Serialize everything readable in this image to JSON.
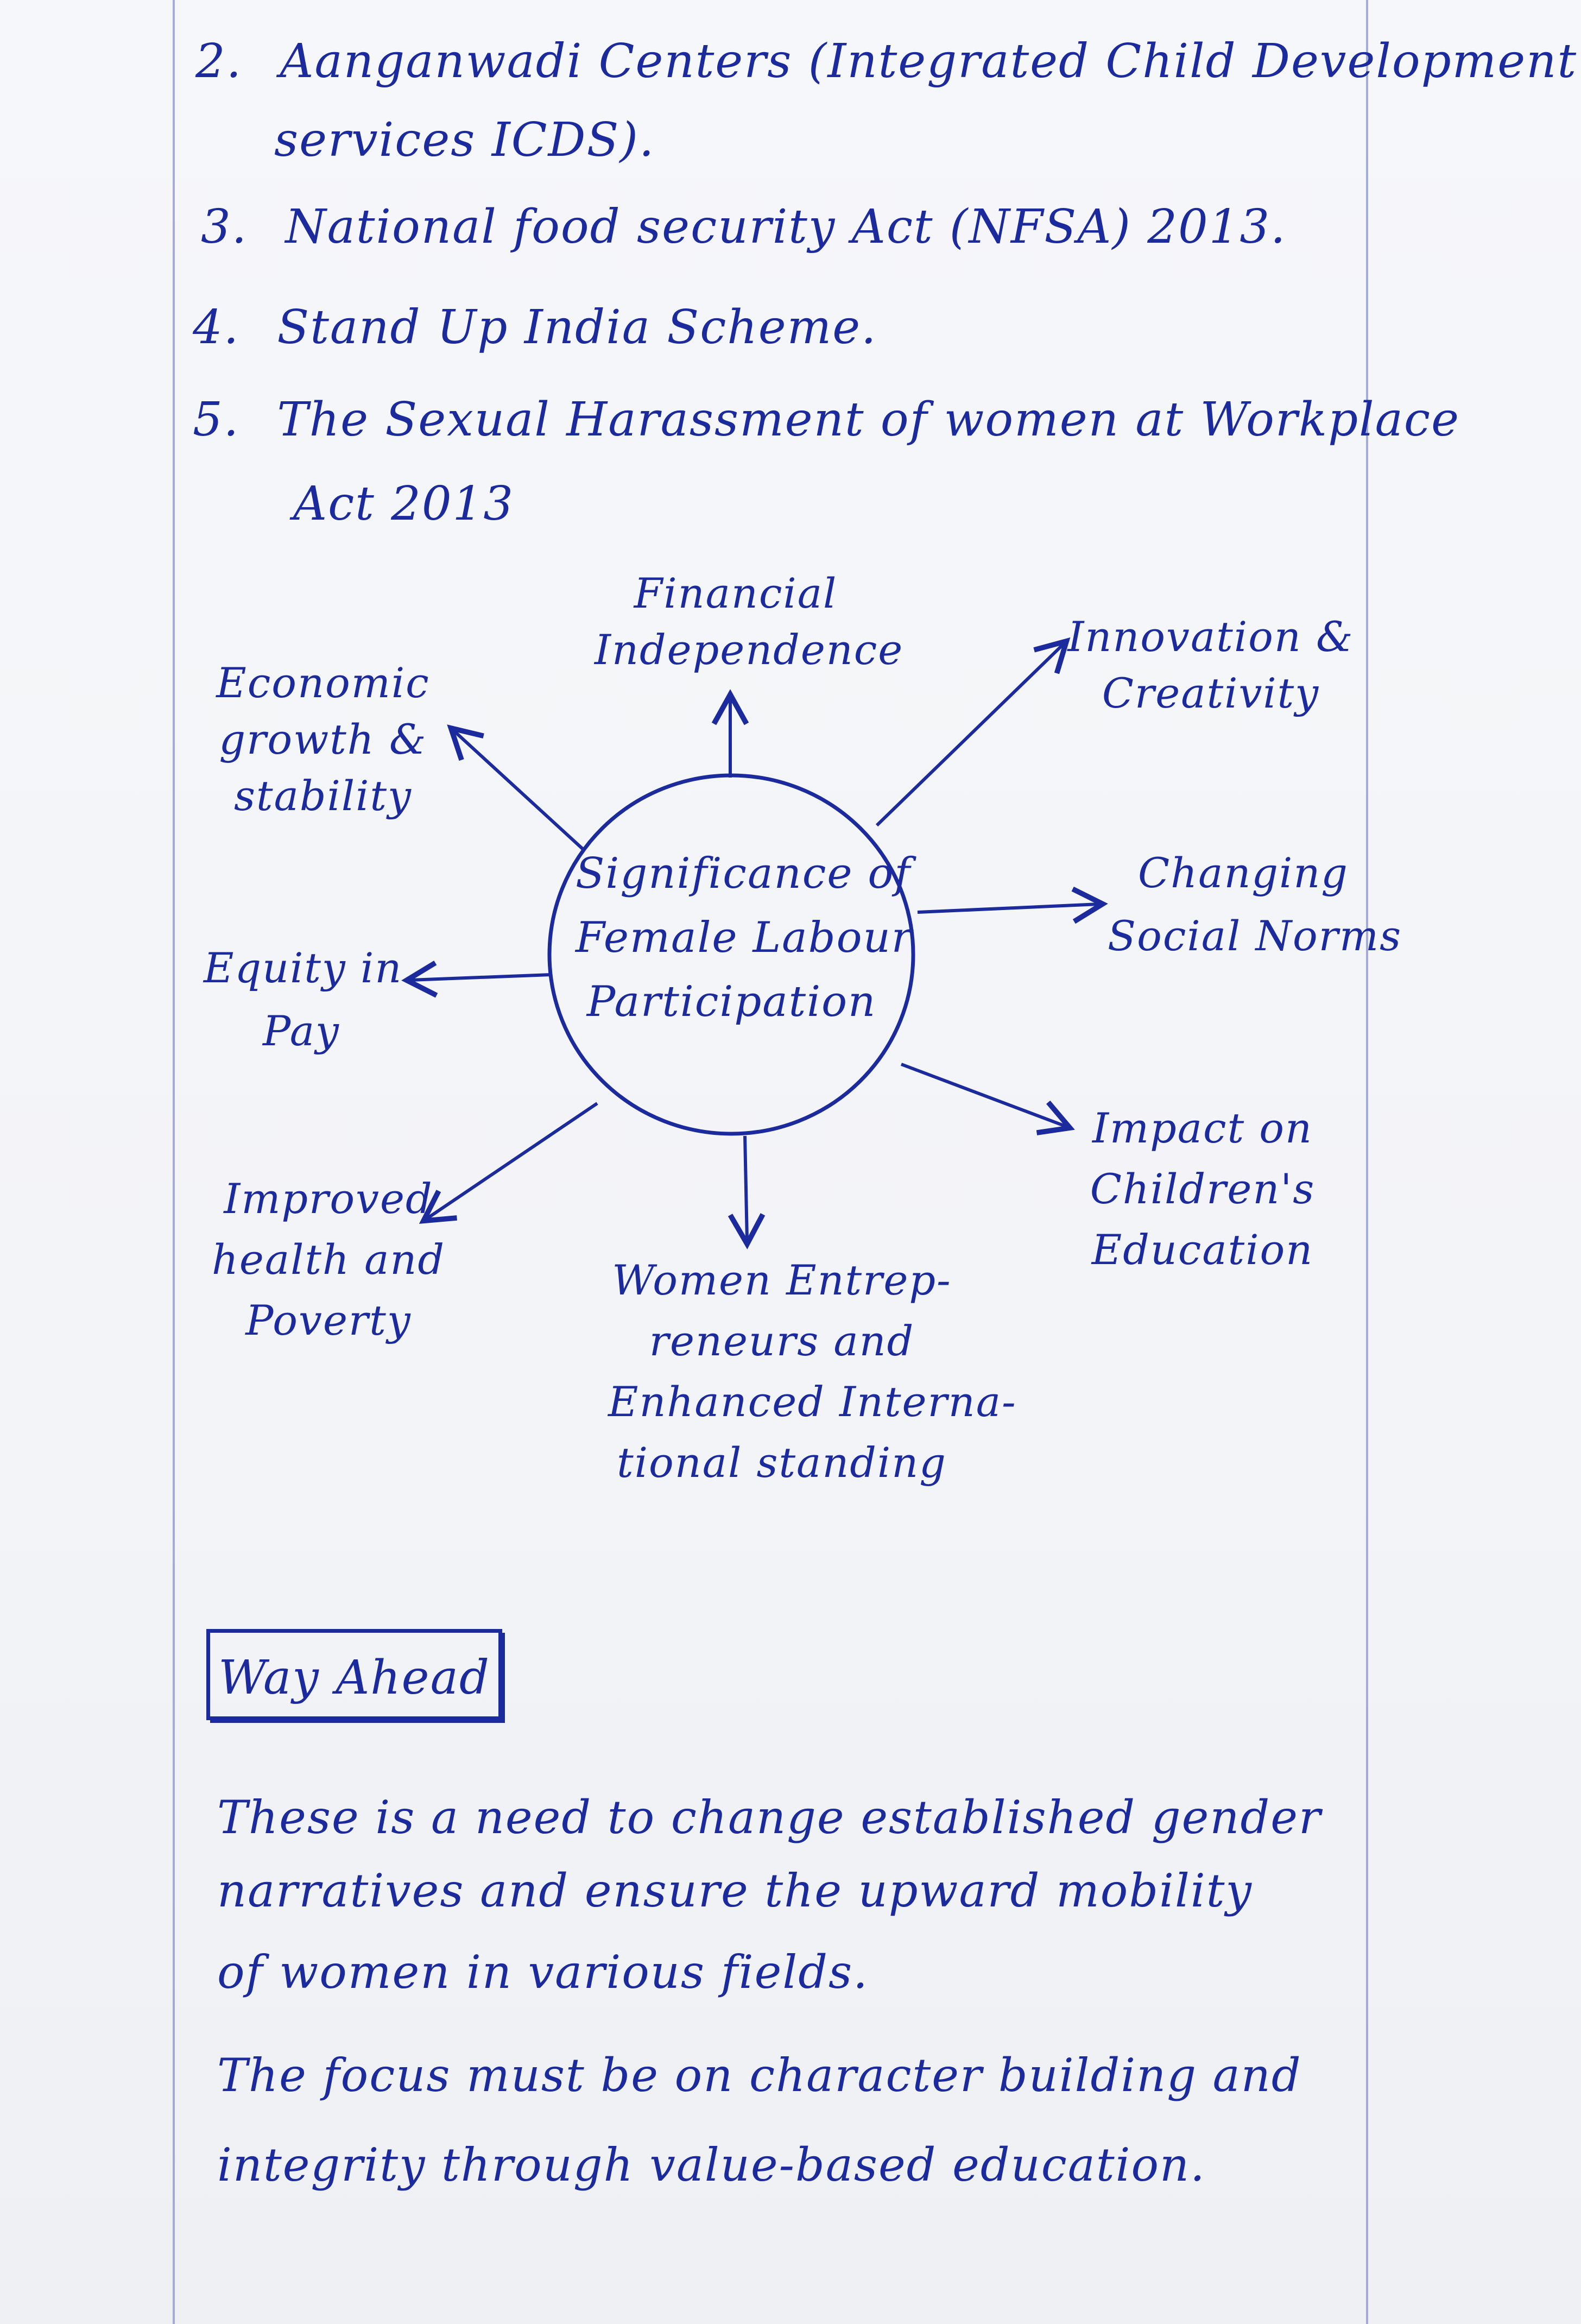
{
  "scheme_list": [
    {
      "number": "2.",
      "lines": [
        "Aanganwadi Centers (Integrated Child Development",
        "services ICDS)."
      ]
    },
    {
      "number": "3.",
      "lines": [
        "National food security Act (NFSA) 2013."
      ]
    },
    {
      "number": "4.",
      "lines": [
        "Stand Up India Scheme."
      ]
    },
    {
      "number": "5.",
      "lines": [
        "The Sexual Harassment of women at Workplace",
        "Act 2013"
      ]
    }
  ],
  "mind_map": {
    "center": [
      "Significance of",
      "Female Labour",
      "Participation"
    ],
    "branches": {
      "top": [
        "Financial",
        "Independence"
      ],
      "top_right": [
        "Innovation &",
        "Creativity"
      ],
      "right": [
        "Changing",
        "Social Norms"
      ],
      "bottom_right": [
        "Impact on",
        "Children's",
        "Education"
      ],
      "bottom": [
        "Women Entrep-",
        "reneurs and",
        "Enhanced Interna-",
        "tional standing"
      ],
      "bottom_left": [
        "Improved",
        "health and",
        "Poverty"
      ],
      "left": [
        "Equity in",
        "Pay"
      ],
      "top_left": [
        "Economic",
        "growth &",
        "stability"
      ]
    }
  },
  "way_ahead": {
    "heading": "Way Ahead",
    "paragraphs": [
      [
        "These is a need to change established gender",
        "narratives and ensure the upward mobility",
        "of women in various fields."
      ],
      [
        "The focus must be on character building and",
        "integrity through value-based education."
      ]
    ]
  },
  "colors": {
    "ink": "#1b2a9c",
    "paper": "#f4f5f8",
    "margin_rule": "#8a93c9"
  }
}
